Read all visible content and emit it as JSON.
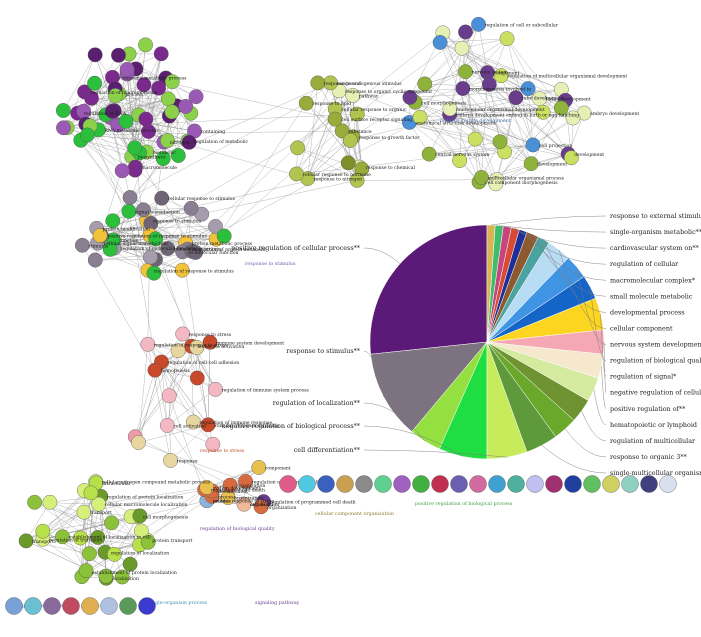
{
  "network": {
    "clusters": [
      {
        "id": "rna-metabolic",
        "color": "#7a2a8c",
        "labels": [
          "regulation of RNA",
          "biosynthetic",
          "regulation of metabolic",
          "RNA metabolic process",
          "process",
          "macromolecule",
          "regulation of macromolecule",
          "containing",
          "nitrogen",
          "metabolic",
          "compound metabolic process"
        ]
      },
      {
        "id": "protein-modification",
        "color": "#8a7f92",
        "labels": [
          "protein metabolic process",
          "protein modification",
          "regulation of protein metabolic",
          "intracellular protein",
          "of molecular function",
          "regulation of molecular function",
          "cellular signal transduction",
          "signal transduction",
          "function",
          "regulation of response to stimulus",
          "stimulus",
          "positive regulation of response to stimulus",
          "cellular response to stimulus",
          "response to stimulus"
        ]
      },
      {
        "id": "organic-substance",
        "color": "#9aab3c",
        "labels": [
          "response to lipid",
          "response to organic cyclic compound",
          "response to nitrogen",
          "compound",
          "cellular response to hormone",
          "response to endogenous stimulus",
          "response to chemical",
          "response to growth factor",
          "cellular response to organic",
          "substance",
          "cell surface receptor signaling",
          "pathway"
        ]
      },
      {
        "id": "developmental",
        "color": "#e6f0b4",
        "labels": [
          "cell projection",
          "regulation of cell or subcellular",
          "component",
          "cell morphogenesis",
          "morphogenesis involved in",
          "cell component morphogenesis",
          "development",
          "central nervous system",
          "nervous system",
          "development",
          "anatomical structure development",
          "tube development",
          "tissue development",
          "embryo development",
          "embryo development ending in birth or egg hatching",
          "regulation of multicellular organismal development",
          "multicellular organismal process",
          "multicellular organismal development"
        ]
      },
      {
        "id": "immune",
        "color": "#f4b8c2",
        "labels": [
          "cell activation",
          "regulation of cell-cell adhesion",
          "leukocyte activation",
          "stimulus-response signaling",
          "regulation of immune system process",
          "immune system development",
          "regulation of immune response",
          "response",
          "hemopoiesis",
          "regulation of response to stress",
          "response to stress"
        ]
      },
      {
        "id": "localization",
        "color": "#b8e04a",
        "labels": [
          "regulation of localization",
          "cell morphogenesis",
          "regulation of transport",
          "localization",
          "establishment of localization in cell",
          "cellular nitrogen compound metabolic process",
          "transport",
          "protein transport",
          "regulation of protein localization",
          "establishment of protein localization",
          "intracellular",
          "cellular macromolecule localization",
          "transport"
        ]
      },
      {
        "id": "death",
        "color": "#f2b89a",
        "labels": [
          "cellular response to stress",
          "cell death",
          "regulation of programmed cell death",
          "regulation of cell death",
          "regulation of biological quality",
          "process",
          "component",
          "organization",
          "development",
          "organization",
          "organization",
          "system development",
          "process",
          "organization"
        ]
      }
    ],
    "colored_labels": [
      "response to stimulus",
      "nervous system development",
      "response to stress",
      "regulation of biological quality",
      "cellular component organization",
      "single-organism metabolic process",
      "positive regulation of biological process",
      "signaling pathway",
      "single-organism process"
    ]
  },
  "chart_data": {
    "type": "pie",
    "title": "",
    "categories": [
      "positive regulation of cellular process**",
      "response to stimulus**",
      "regulation of localization**",
      "negative regulation of biological process**",
      "cell differentiation**",
      "single-multicellular organism process**",
      "response to organic 3**",
      "regulation of multicellular",
      "hematopoietic or lymphoid",
      "positive regulation of**",
      "negative regulation of cellular",
      "regulation of signal*",
      "regulation of biological quality",
      "nervous system development",
      "cellular component",
      "developmental process",
      "small molecule metabolic",
      "macromolecular complex*",
      "regulation of cellular",
      "cardiovascular system on**",
      "single-organism metabolic**",
      "response to external stimulus"
    ],
    "values": [
      24,
      11,
      4,
      6,
      5,
      4,
      3,
      3,
      3,
      3,
      3,
      4,
      3,
      3,
      3,
      1.5,
      1.5,
      1,
      1,
      1,
      1,
      1
    ],
    "colors": [
      "#5b1a77",
      "#7d7380",
      "#93e040",
      "#1fde41",
      "#c6ec5b",
      "#5e9a3b",
      "#69a82b",
      "#6f9330",
      "#d3ea9f",
      "#f6e8cc",
      "#f5a8b3",
      "#fcd520",
      "#1565c8",
      "#3f95e4",
      "#b9dcf5",
      "#4aa3a0",
      "#8c5a2e",
      "#1f2f97",
      "#d84a34",
      "#c7457d",
      "#3fbd6d",
      "#d8b454"
    ],
    "legend": "labels-around"
  }
}
